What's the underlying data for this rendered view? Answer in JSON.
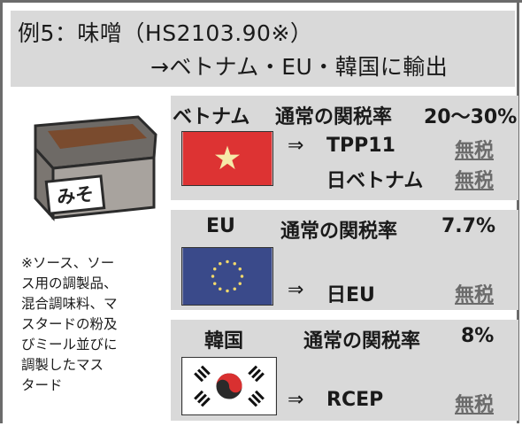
{
  "header": {
    "line1": "例5：味噌（HS2103.90※）",
    "line2": "→ベトナム・EU・韓国に輸出"
  },
  "illustration": {
    "label": "みそ",
    "icon": "miso-container-icon"
  },
  "note": {
    "lines": [
      "※ソース、ソー",
      "ス用の調製品、",
      "混合調味料、マ",
      "スタードの粉及",
      "びミール並びに",
      "調製したマス",
      "タード"
    ]
  },
  "vietnam": {
    "country": "ベトナム",
    "rate_label": "通常の関税率",
    "rate_value": "20〜30%",
    "agreements": [
      {
        "arrow": "⇒",
        "name": "TPP11",
        "result": "無税"
      },
      {
        "arrow": "",
        "name": "日ベトナム",
        "result": "無税"
      }
    ],
    "flag": {
      "bg": "#dd3333",
      "star": "#f6e9a8",
      "icon": "star-icon"
    }
  },
  "eu": {
    "country": "EU",
    "rate_label": "通常の関税率",
    "rate_value": "7.7%",
    "agreements": [
      {
        "arrow": "⇒",
        "name": "日EU",
        "result": "無税"
      }
    ],
    "flag": {
      "bg": "#3a4a8a",
      "stars": "#f2d96b"
    }
  },
  "korea": {
    "country": "韓国",
    "rate_label": "通常の関税率",
    "rate_value": "8%",
    "agreements": [
      {
        "arrow": "⇒",
        "name": "RCEP",
        "result": "無税"
      }
    ],
    "flag": {
      "bg": "#ffffff"
    }
  },
  "colors": {
    "panel_bg": "#d9d9d9",
    "frame": "#6b6b6b",
    "muzei": "#6b6b6b"
  }
}
